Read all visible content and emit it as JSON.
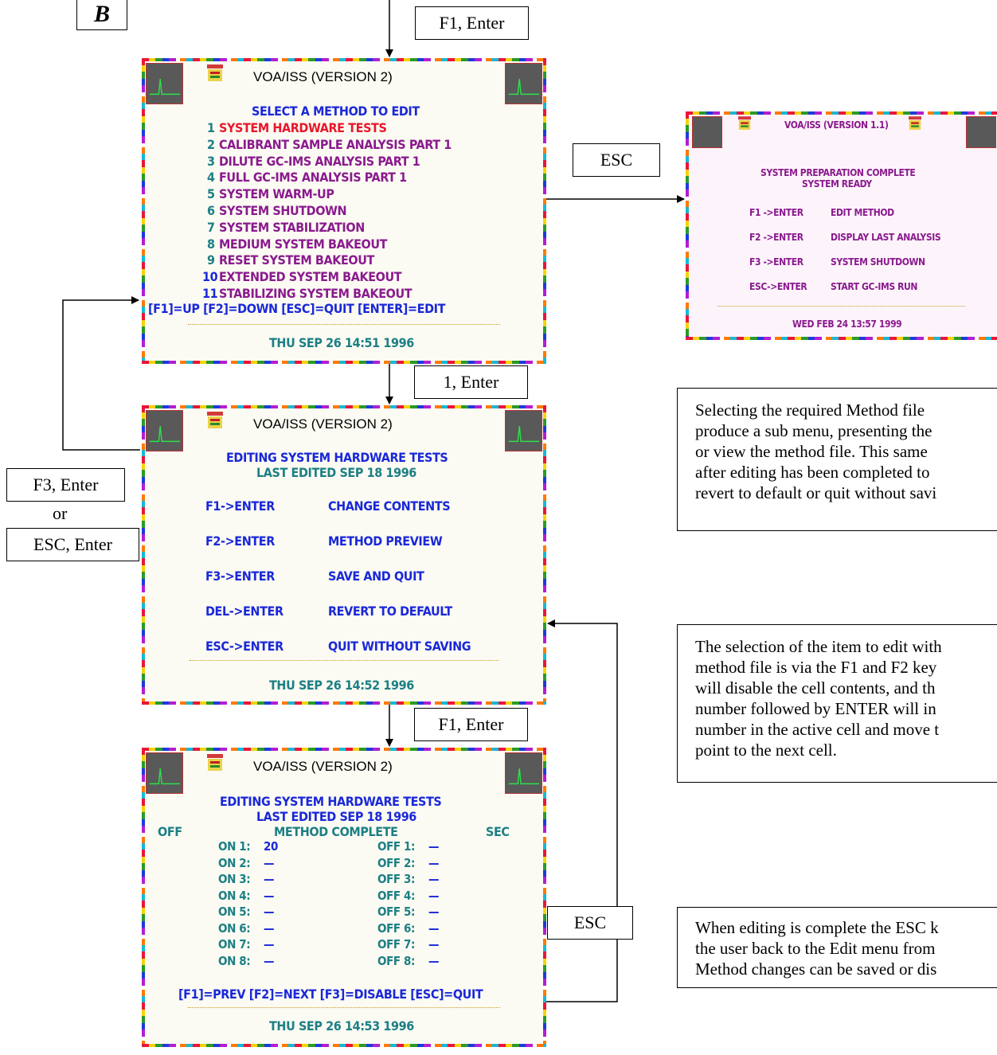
{
  "flow_labels": {
    "f1_enter_top": "F1, Enter",
    "esc_right": "ESC",
    "one_enter": "1, Enter",
    "f3_enter": "F3, Enter",
    "or": "or",
    "esc_enter": "ESC, Enter",
    "f1_enter_mid": "F1, Enter",
    "esc_bottom": "ESC"
  },
  "panel_letter": "B",
  "screen_title": "VOA/ISS  (VERSION 2)",
  "screen1": {
    "heading": "SELECT A METHOD TO EDIT",
    "items": [
      {
        "num": "1",
        "label": "SYSTEM HARDWARE TESTS"
      },
      {
        "num": "2",
        "label": "CALIBRANT SAMPLE ANALYSIS PART 1"
      },
      {
        "num": "3",
        "label": "DILUTE GC-IMS ANALYSIS PART 1"
      },
      {
        "num": "4",
        "label": "FULL GC-IMS ANALYSIS PART 1"
      },
      {
        "num": "5",
        "label": "SYSTEM WARM-UP"
      },
      {
        "num": "6",
        "label": "SYSTEM SHUTDOWN"
      },
      {
        "num": "7",
        "label": "SYSTEM STABILIZATION"
      },
      {
        "num": "8",
        "label": "MEDIUM SYSTEM BAKEOUT"
      },
      {
        "num": "9",
        "label": "RESET SYSTEM BAKEOUT"
      },
      {
        "num": "10",
        "label": "EXTENDED SYSTEM BAKEOUT"
      },
      {
        "num": "11",
        "label": "STABILIZING SYSTEM BAKEOUT"
      }
    ],
    "keys": "[F1]=UP  [F2]=DOWN  [ESC]=QUIT  [ENTER]=EDIT",
    "date": "THU SEP 26 14:51 1996"
  },
  "screen2": {
    "heading1": "EDITING SYSTEM HARDWARE TESTS",
    "heading2": "LAST EDITED SEP 18 1996",
    "options": [
      {
        "key": "F1->ENTER",
        "action": "CHANGE CONTENTS"
      },
      {
        "key": "F2->ENTER",
        "action": "METHOD PREVIEW"
      },
      {
        "key": "F3->ENTER",
        "action": "SAVE AND QUIT"
      },
      {
        "key": "DEL->ENTER",
        "action": "REVERT TO DEFAULT"
      },
      {
        "key": "ESC->ENTER",
        "action": "QUIT WITHOUT SAVING"
      }
    ],
    "date": "THU SEP 26 14:52 1996"
  },
  "screen3": {
    "heading1": "EDITING SYSTEM HARDWARE TESTS",
    "heading2": "LAST EDITED SEP 18 1996",
    "off": "OFF",
    "status": "METHOD COMPLETE",
    "sec": "SEC",
    "rows": [
      {
        "on": "ON 1:",
        "on_val": "20",
        "off": "OFF 1:",
        "off_val": "—"
      },
      {
        "on": "ON 2:",
        "on_val": "—",
        "off": "OFF 2:",
        "off_val": "—"
      },
      {
        "on": "ON 3:",
        "on_val": "—",
        "off": "OFF 3:",
        "off_val": "—"
      },
      {
        "on": "ON 4:",
        "on_val": "—",
        "off": "OFF 4:",
        "off_val": "—"
      },
      {
        "on": "ON 5:",
        "on_val": "—",
        "off": "OFF 5:",
        "off_val": "—"
      },
      {
        "on": "ON 6:",
        "on_val": "—",
        "off": "OFF 6:",
        "off_val": "—"
      },
      {
        "on": "ON 7:",
        "on_val": "—",
        "off": "OFF 7:",
        "off_val": "—"
      },
      {
        "on": "ON 8:",
        "on_val": "—",
        "off": "OFF 8:",
        "off_val": "—"
      }
    ],
    "keys": "[F1]=PREV  [F2]=NEXT  [F3]=DISABLE  [ESC]=QUIT",
    "date": "THU SEP 26 14:53 1996"
  },
  "screen_right": {
    "title": "VOA/ISS (VERSION 1.1)",
    "line1": "SYSTEM PREPARATION COMPLETE",
    "line2": "SYSTEM READY",
    "options": [
      {
        "key": "F1  ->ENTER",
        "action": "EDIT METHOD"
      },
      {
        "key": "F2  ->ENTER",
        "action": "DISPLAY LAST ANALYSIS"
      },
      {
        "key": "F3  ->ENTER",
        "action": "SYSTEM SHUTDOWN"
      },
      {
        "key": "ESC->ENTER",
        "action": "START GC-IMS RUN"
      }
    ],
    "date": "WED FEB 24 13:57 1999"
  },
  "notes": {
    "n1_lines": [
      "Selecting the required Method file",
      "produce a sub menu, presenting the",
      "or view the method file. This same",
      "after editing has been completed to",
      "revert to default or quit without savi"
    ],
    "n2_lines": [
      "The selection of the item to edit with",
      "method file is via the F1 and F2 key",
      "will disable the cell contents, and th",
      "number followed by ENTER will in",
      "number in the active cell and move t",
      "point to the next cell."
    ],
    "n3_lines": [
      "When editing is complete the ESC k",
      "the user back to the Edit menu from",
      "Method changes can be saved or dis"
    ]
  },
  "colors": {
    "menu_blue": "#1a28d8",
    "menu_red": "#e8172b",
    "menu_purple": "#8a1a8e",
    "heading_teal": "#1d7f85",
    "corner_gray": "#595959"
  }
}
